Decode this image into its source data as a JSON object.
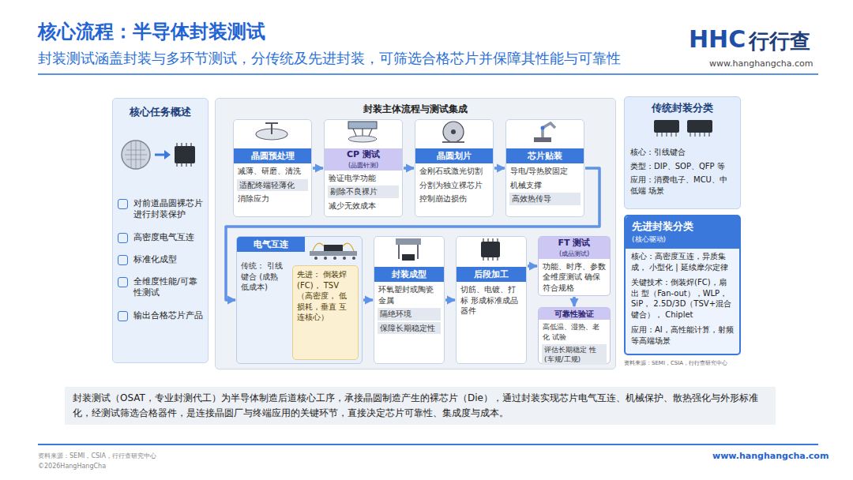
{
  "diagram": {
    "title": "核心流程：半导体封装测试",
    "caption": "封装测试（OSAT，专业封测代工）为半导体制造后道核心工序，承接晶圆制造产生的裸芯片（Die），通过封装实现芯片电气互连、机械保护、散热强化与外形标准化，经测试筛选合格器件，是连接晶圆厂与终端应用的关键环节，直接决定芯片可靠性、集成度与成本。",
    "nodes": [
      {
        "text": [
          "核心任务概述",
          "对前道晶圆裸芯片 进行封装保护",
          "高密度电气互连",
          "标准化成型",
          "全维度性能/可靠 性测试",
          "输出合格芯片产品"
        ]
      },
      {
        "text": [
          "封装主体流程与测试集成"
        ]
      },
      {
        "text": [
          "晶圆预处理",
          "减薄、研磨、清洗",
          "适配终端轻薄化",
          "消除应力"
        ],
        "in": 1
      },
      {
        "text": [
          "CP 测试",
          "(晶圆针测)",
          "验证电学功能",
          "剔除不良裸片",
          "减少无效成本"
        ],
        "in": 1
      },
      {
        "text": [
          "晶圆划片",
          "金刚石或激光切割",
          "分割为独立裸芯片",
          "控制崩边损伤"
        ],
        "in": 1
      },
      {
        "text": [
          "芯片贴装",
          "导电/导热胶固定",
          "机械支撑",
          "高效热传导"
        ],
        "in": 1
      },
      {
        "text": [
          "电气互连",
          "传统： 引线键合 (成熟低成本)"
        ],
        "in": 1
      },
      {
        "text": [
          "先进： 倒装焊(FC)， TSV（高密度， 低损耗，垂直 互连核心）"
        ],
        "in": 6
      },
      {
        "text": [
          "封装成型",
          "环氧塑封或陶瓷金属",
          "隔绝环境",
          "保障长期稳定性"
        ],
        "in": 1
      },
      {
        "text": [
          "后段加工",
          "切筋、电镀、打标 形成标准成品器件"
        ],
        "in": 1
      },
      {
        "text": [
          "FT 测试",
          "(成品测试)",
          "功能、时序、参数 全维度测试 确保符合规格"
        ],
        "in": 1
      },
      {
        "text": [
          "可靠性验证",
          "高低温、湿热、老化 试验",
          "评估长期稳定 性 (车规/工规)"
        ],
        "in": 1
      },
      {
        "text": [
          "传统封装分类",
          "核心：引线键合",
          "类型：DIP、SOP、QFP 等",
          "应用：消费电子、MCU、中低端 场景"
        ]
      },
      {
        "text": [
          "先进封装分类",
          "(核心驱动)",
          "核心：高密度互连，异质集成， 小型化 | 延续摩尔定律",
          "关键技术：倒装焊(FC)，扇出 型（Fan-out），WLP，SiP， 2.5D/3D（TSV+混合键合）， Chiplet",
          "应用：AI，高性能计算，射频 等高端场景"
        ]
      }
    ],
    "edges": [
      {
        "from": 2,
        "to": 3,
        "arrow": "to"
      },
      {
        "from": 3,
        "to": 4,
        "arrow": "to"
      },
      {
        "from": 4,
        "to": 5,
        "arrow": "to"
      },
      {
        "from": 5,
        "to": 6,
        "arrow": "to"
      },
      {
        "from": 6,
        "to": 8,
        "arrow": "to"
      },
      {
        "from": 8,
        "to": 9,
        "arrow": "to"
      },
      {
        "from": 9,
        "to": 10,
        "arrow": "to"
      },
      {
        "from": 10,
        "to": 11,
        "arrow": "to"
      }
    ],
    "labels": [
      "封装测试涵盖封装与多环节测试，分传统及先进封装，可筛选合格芯片并保障其性能与可靠性",
      "HHC",
      "行行查",
      "www.hanghangcha.com",
      "Chiplet",
      "资料来源：SEMI，CSIA，行行查研究中心",
      "资料来源：SEMI，CSIA，行行查研究中心",
      "©2026HangHangCha",
      "www.hanghangcha.com"
    ]
  }
}
